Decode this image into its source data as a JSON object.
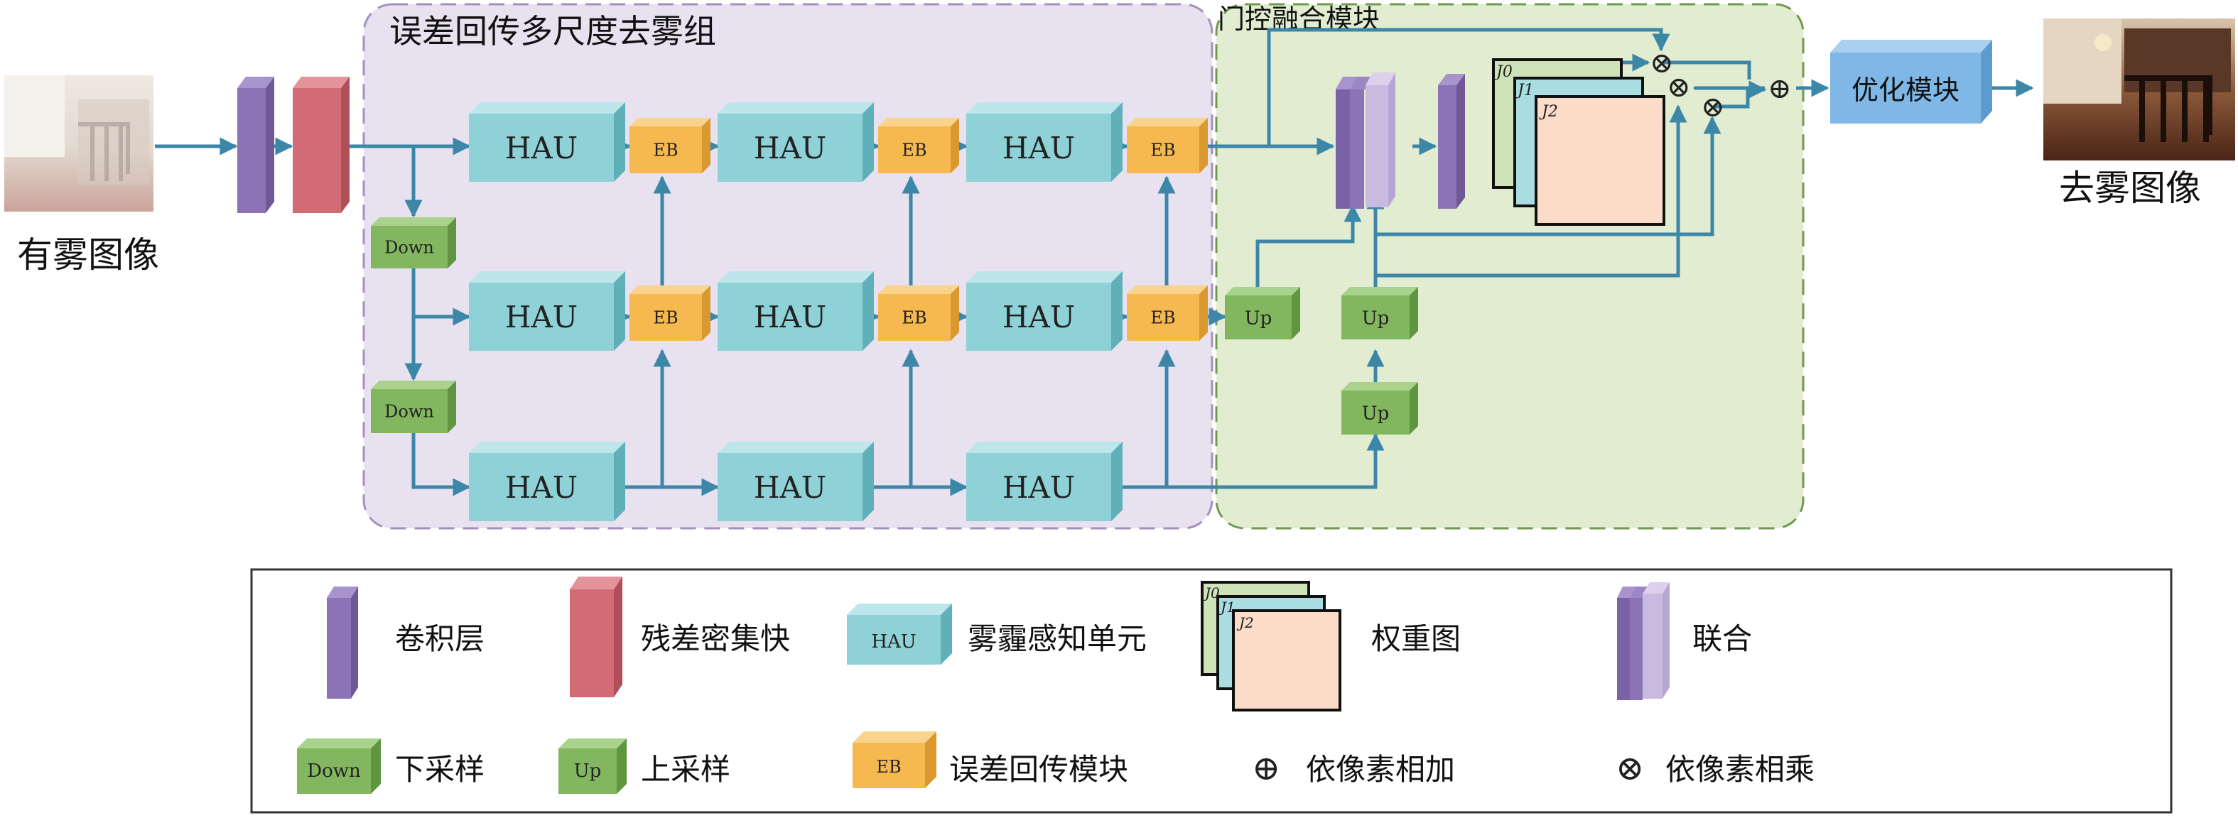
{
  "groups": {
    "ebms": "误差回传多尺度去雾组",
    "gate": "门控融合模块"
  },
  "io": {
    "input_label": "有雾图像",
    "output_label": "去雾图像",
    "optimize_label": "优化模块"
  },
  "blocks": {
    "hau": "HAU",
    "eb": "EB",
    "down": "Down",
    "up": "Up"
  },
  "weight_maps": [
    "J0",
    "J1",
    "J2"
  ],
  "ops": {
    "mul": "⊗",
    "add": "⊕"
  },
  "legend": {
    "conv": "卷积层",
    "rdb": "残差密集快",
    "hau_icon": "HAU",
    "hau": "雾霾感知单元",
    "weight": "权重图",
    "concat": "联合",
    "down_icon": "Down",
    "down": "下采样",
    "up_icon": "Up",
    "up": "上采样",
    "eb_icon": "EB",
    "eb": "误差回传模块",
    "add": "依像素相加",
    "mul": "依像素相乘"
  },
  "colors": {
    "group_fill": "#e8e1ef",
    "group_border": "#a48fc0",
    "gate_fill": "#e2ecd1",
    "gate_border": "#6f9a4f",
    "hau": "#8ed1d6",
    "eb": "#f6b94f",
    "down_up": "#82b760",
    "conv": "#8b73b5",
    "rdb": "#d36b76",
    "optimize": "#7fb8e6",
    "arrow": "#3c87a8",
    "weight_back": "#cfe3b8",
    "weight_mid": "#a9dde2",
    "weight_front": "#fbdcc8"
  }
}
